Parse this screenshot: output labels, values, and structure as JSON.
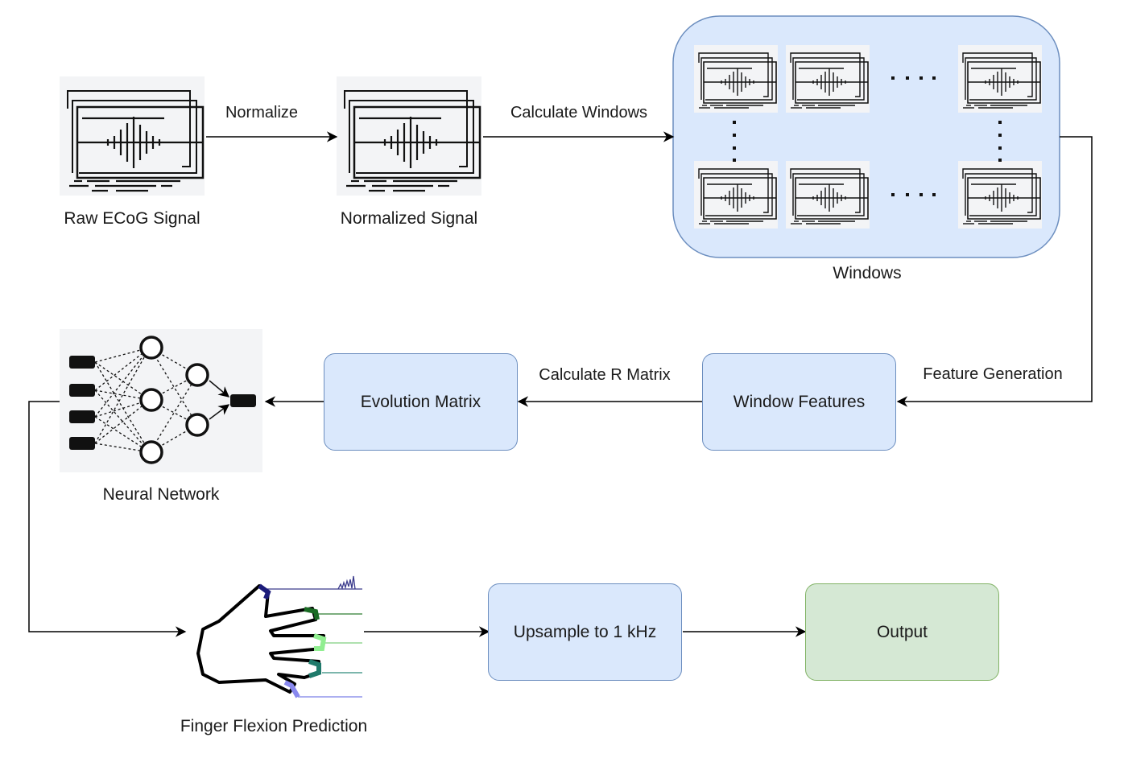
{
  "nodes": {
    "raw": "Raw ECoG Signal",
    "normalized": "Normalized Signal",
    "windows": "Windows",
    "neural": "Neural Network",
    "evolution": "Evolution Matrix",
    "window_features": "Window Features",
    "finger": "Finger Flexion Prediction",
    "upsample": "Upsample to 1 kHz",
    "output": "Output"
  },
  "edges": {
    "normalize": "Normalize",
    "calc_windows": "Calculate Windows",
    "feature_gen": "Feature Generation",
    "calc_r": "Calculate R Matrix"
  },
  "colors": {
    "process_fill": "#dae8fc",
    "process_stroke": "#6c8ebf",
    "output_fill": "#d5e8d4",
    "output_stroke": "#82b366",
    "icon_bg": "#f3f4f6"
  }
}
